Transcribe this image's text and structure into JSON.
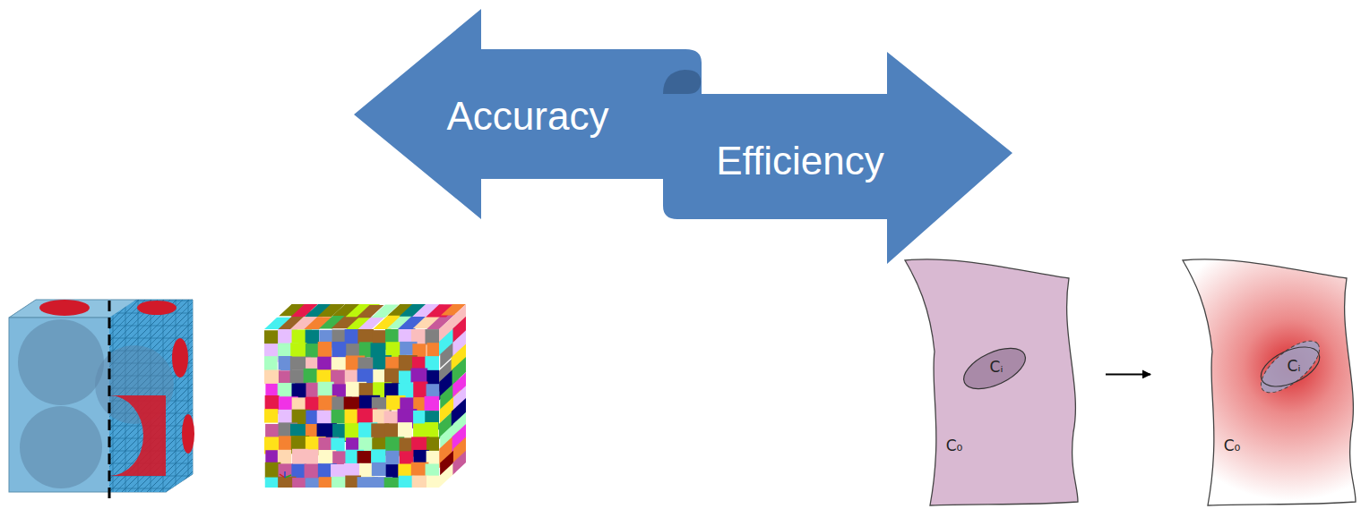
{
  "diagram": {
    "nodes": [
      {
        "text": [
          "Accuracy"
        ]
      },
      {
        "text": [
          "Efficiency"
        ]
      },
      {
        "text": [
          "C₀"
        ]
      },
      {
        "text": [
          "Cᵢ"
        ],
        "in": 2
      },
      {
        "text": [
          "C₀"
        ]
      },
      {
        "text": [
          "Cᵢ"
        ],
        "in": 4
      }
    ],
    "edges": [
      {
        "from": 2,
        "to": 4,
        "arrow": "to"
      }
    ]
  }
}
